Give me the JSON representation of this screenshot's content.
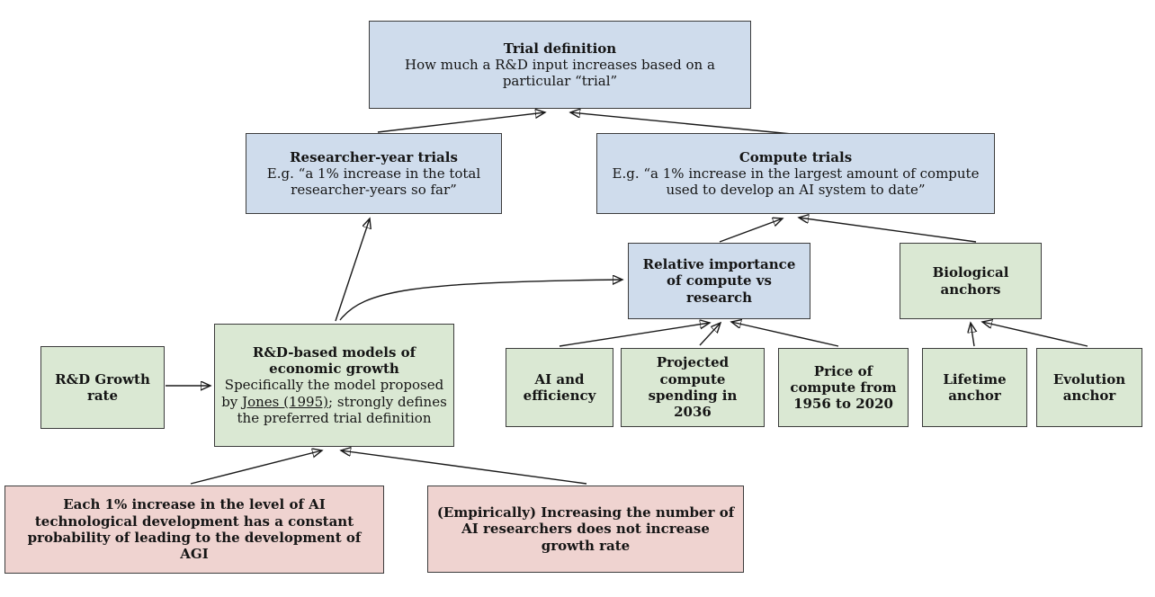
{
  "colors": {
    "blue": "#cfdcec",
    "green": "#dae8d3",
    "pink": "#efd3d0",
    "border": "#3c3c3c",
    "arrow": "#1a1a1a"
  },
  "nodes": {
    "trial_definition": {
      "title": "Trial definition",
      "body": "How much a R&D input increases based on a particular “trial”"
    },
    "researcher_year_trials": {
      "title": "Researcher-year trials",
      "body": "E.g. “a 1% increase in the total researcher-years so far”"
    },
    "compute_trials": {
      "title": "Compute trials",
      "body": "E.g. “a 1% increase in the largest amount of compute used to develop an AI system to date”"
    },
    "relative_importance": {
      "title": "Relative importance of compute vs research"
    },
    "biological_anchors": {
      "title": "Biological anchors"
    },
    "rd_growth_rate": {
      "title": "R&D Growth rate"
    },
    "rd_models": {
      "title": "R&D-based models of economic growth",
      "body_before": "Specifically the model proposed by ",
      "link": "Jones (1995)",
      "body_after": "; strongly defines the preferred trial definition"
    },
    "ai_and_efficiency": {
      "title": "AI and efficiency"
    },
    "projected_compute_spending": {
      "title": "Projected compute spending in 2036"
    },
    "price_of_compute": {
      "title": "Price of compute from 1956 to 2020"
    },
    "lifetime_anchor": {
      "title": "Lifetime anchor"
    },
    "evolution_anchor": {
      "title": "Evolution anchor"
    },
    "agi_constant_probability": {
      "title": "Each 1% increase in the level of AI technological development has a constant probability of leading to the development of AGI"
    },
    "researchers_growth_rate": {
      "title": "(Empirically) Increasing the number of AI researchers does not increase growth rate"
    }
  },
  "edges": [
    {
      "from": "researcher_year_trials",
      "to": "trial_definition"
    },
    {
      "from": "compute_trials",
      "to": "trial_definition"
    },
    {
      "from": "rd_models",
      "to": "researcher_year_trials"
    },
    {
      "from": "rd_models",
      "to": "relative_importance"
    },
    {
      "from": "relative_importance",
      "to": "compute_trials"
    },
    {
      "from": "biological_anchors",
      "to": "compute_trials"
    },
    {
      "from": "rd_growth_rate",
      "to": "rd_models"
    },
    {
      "from": "ai_and_efficiency",
      "to": "relative_importance"
    },
    {
      "from": "projected_compute_spending",
      "to": "relative_importance"
    },
    {
      "from": "price_of_compute",
      "to": "relative_importance"
    },
    {
      "from": "lifetime_anchor",
      "to": "biological_anchors"
    },
    {
      "from": "evolution_anchor",
      "to": "biological_anchors"
    },
    {
      "from": "agi_constant_probability",
      "to": "rd_models"
    },
    {
      "from": "researchers_growth_rate",
      "to": "rd_models"
    }
  ]
}
